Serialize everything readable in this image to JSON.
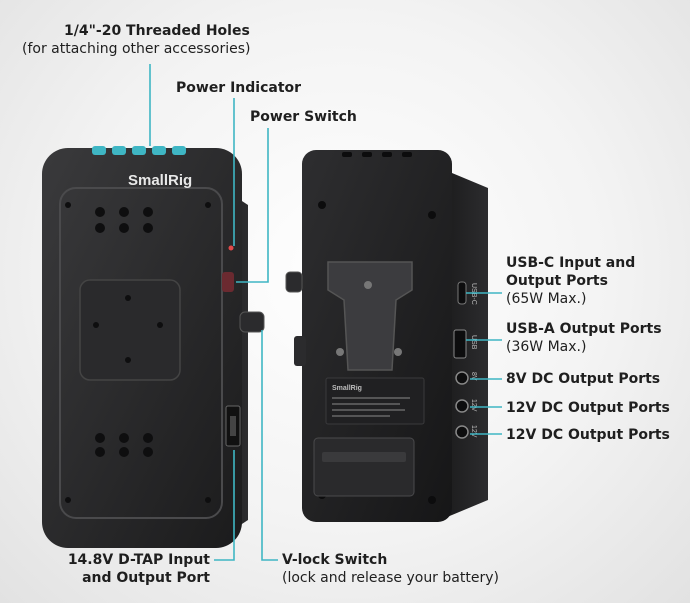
{
  "brand": {
    "logo_text": "SmallRig",
    "accent_color": "#3fb6c4"
  },
  "callouts": {
    "threaded_holes": {
      "title": "1/4\"-20 Threaded Holes",
      "note": "(for attaching other accessories)"
    },
    "power_indicator": {
      "title": "Power Indicator"
    },
    "power_switch": {
      "title": "Power Switch"
    },
    "usb_c": {
      "title_line1": "USB-C Input and",
      "title_line2": "Output Ports",
      "note": "(65W Max.)"
    },
    "usb_a": {
      "title": "USB-A Output Ports",
      "note": "(36W Max.)"
    },
    "dc_8v": {
      "title": "8V DC Output Ports"
    },
    "dc_12v_a": {
      "title": "12V DC Output Ports"
    },
    "dc_12v_b": {
      "title": "12V DC Output Ports"
    },
    "dtap": {
      "title_line1": "14.8V D-TAP Input",
      "title_line2": "and Output Port"
    },
    "vlock_switch": {
      "title": "V-lock Switch",
      "note": "(lock and release your battery)"
    }
  },
  "port_labels": {
    "usb_c": "USB-C",
    "usb_a": "USB",
    "dc_8v": "8V",
    "dc_12v_a": "12V",
    "dc_12v_b": "12V"
  }
}
